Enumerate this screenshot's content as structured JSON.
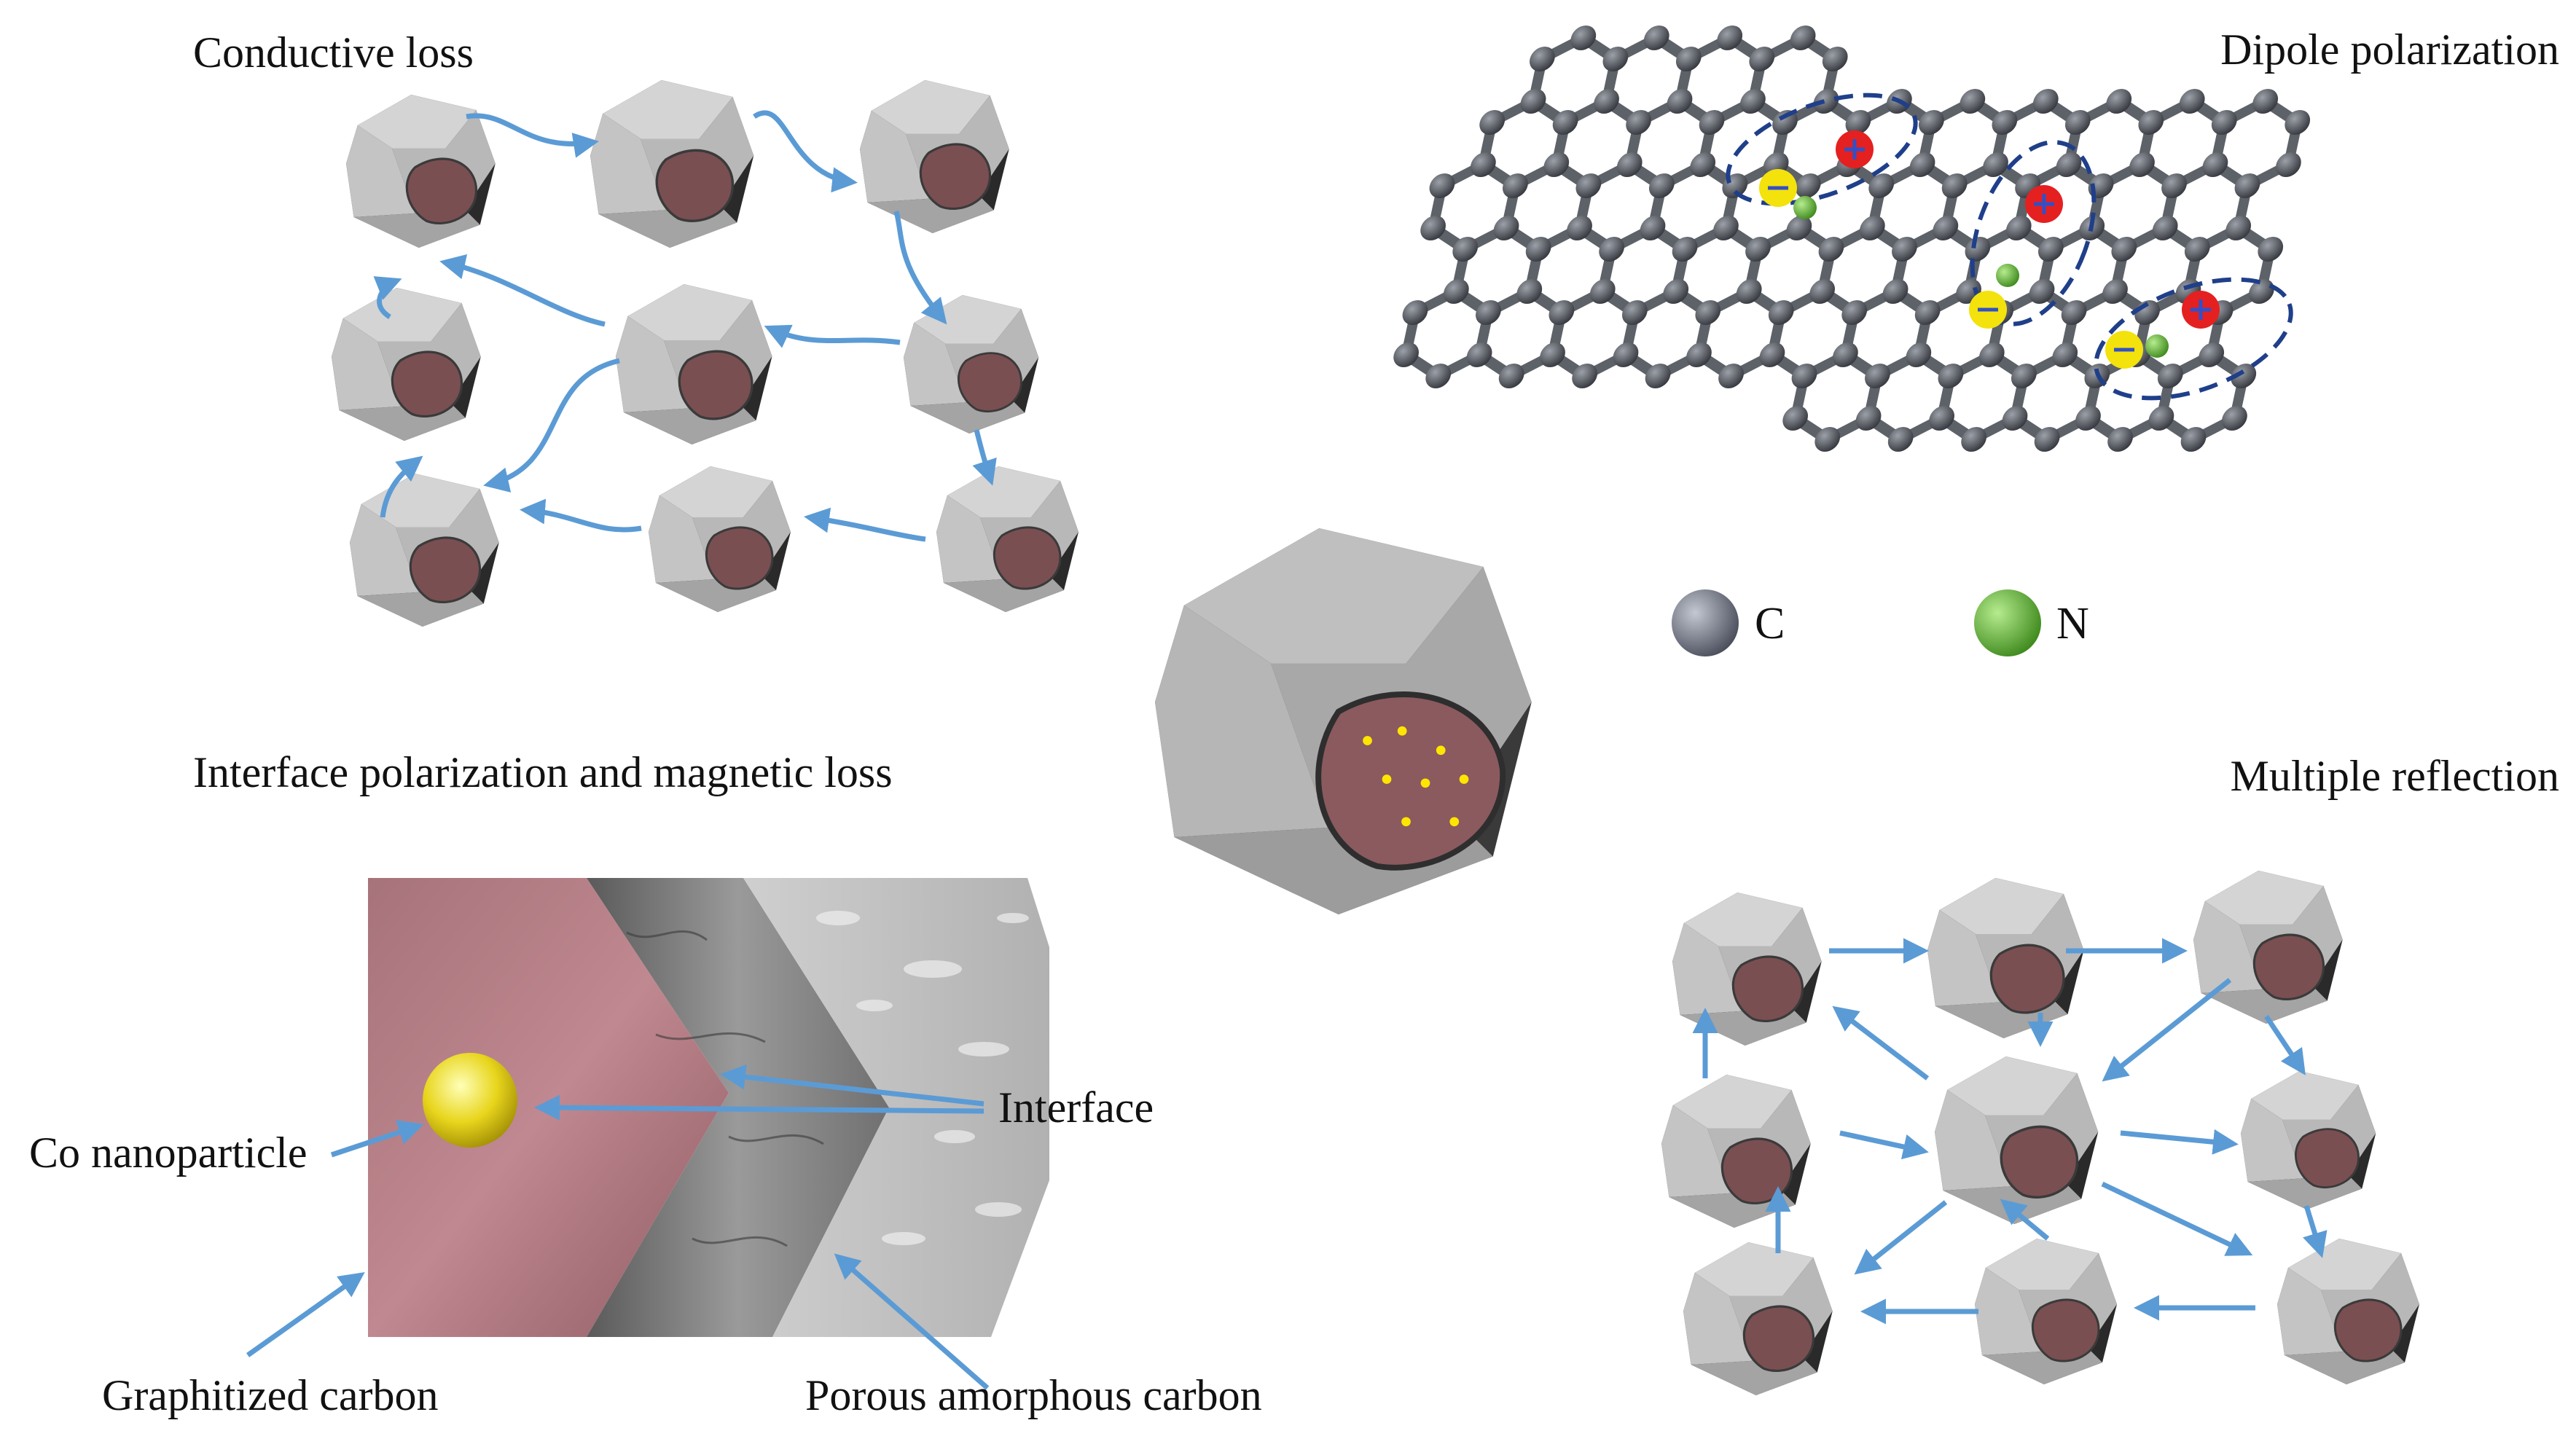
{
  "colors": {
    "arrow": "#5b9bd5",
    "crystal_light": "#d4d4d4",
    "crystal_mid": "#a9a9a9",
    "crystal_dark": "#6f6f6f",
    "crystal_black": "#1b1b1b",
    "core": "#7a4f52",
    "graphitized": "#b07a80",
    "amorphous": "#7e7e7e",
    "cobalt": "#e8d51c",
    "carbon_atom": "#5d6168",
    "nitrogen_atom": "#6abf3a",
    "positive_charge": "#e52020",
    "negative_charge": "#f3e20c",
    "dipole_outline": "#1f3f8a"
  },
  "icons": [
    "carbon-atom-icon",
    "nitrogen-atom-icon",
    "positive-charge-icon",
    "negative-charge-icon",
    "cobalt-nanoparticle-icon",
    "rhombic-dodecahedron-icon"
  ],
  "sections": {
    "conductive_loss": "Conductive loss",
    "dipole_polarization": "Dipole polarization",
    "interface_magnetic": "Interface polarization and magnetic loss",
    "multiple_reflection": "Multiple reflection"
  },
  "legend": {
    "carbon": "C",
    "nitrogen": "N"
  },
  "callouts": {
    "interface": "Interface",
    "co_nanoparticle": "Co nanoparticle",
    "graphitized_carbon": "Graphitized carbon",
    "porous_amorphous_carbon": "Porous amorphous carbon"
  }
}
